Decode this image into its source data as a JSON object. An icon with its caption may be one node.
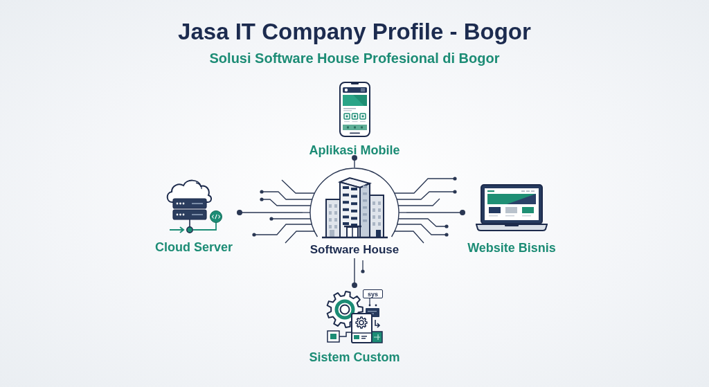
{
  "diagram": {
    "title": "Jasa IT Company Profile - Bogor",
    "nodes": [
      {
        "text": [
          "Aplikasi Mobile"
        ]
      },
      {
        "text": [
          "Cloud Server"
        ]
      },
      {
        "text": [
          "Software House"
        ]
      },
      {
        "text": [
          "Website Bisnis"
        ]
      },
      {
        "text": [
          "Sistem Custom"
        ]
      }
    ],
    "edges": [
      {
        "from": 2,
        "to": 0,
        "arrow": "other"
      },
      {
        "from": 2,
        "to": 1,
        "arrow": "other"
      },
      {
        "from": 2,
        "to": 3,
        "arrow": "other"
      },
      {
        "from": 2,
        "to": 4,
        "arrow": "other"
      }
    ],
    "labels": [
      "Solusi Software House Profesional di Bogor",
      "sys"
    ]
  }
}
